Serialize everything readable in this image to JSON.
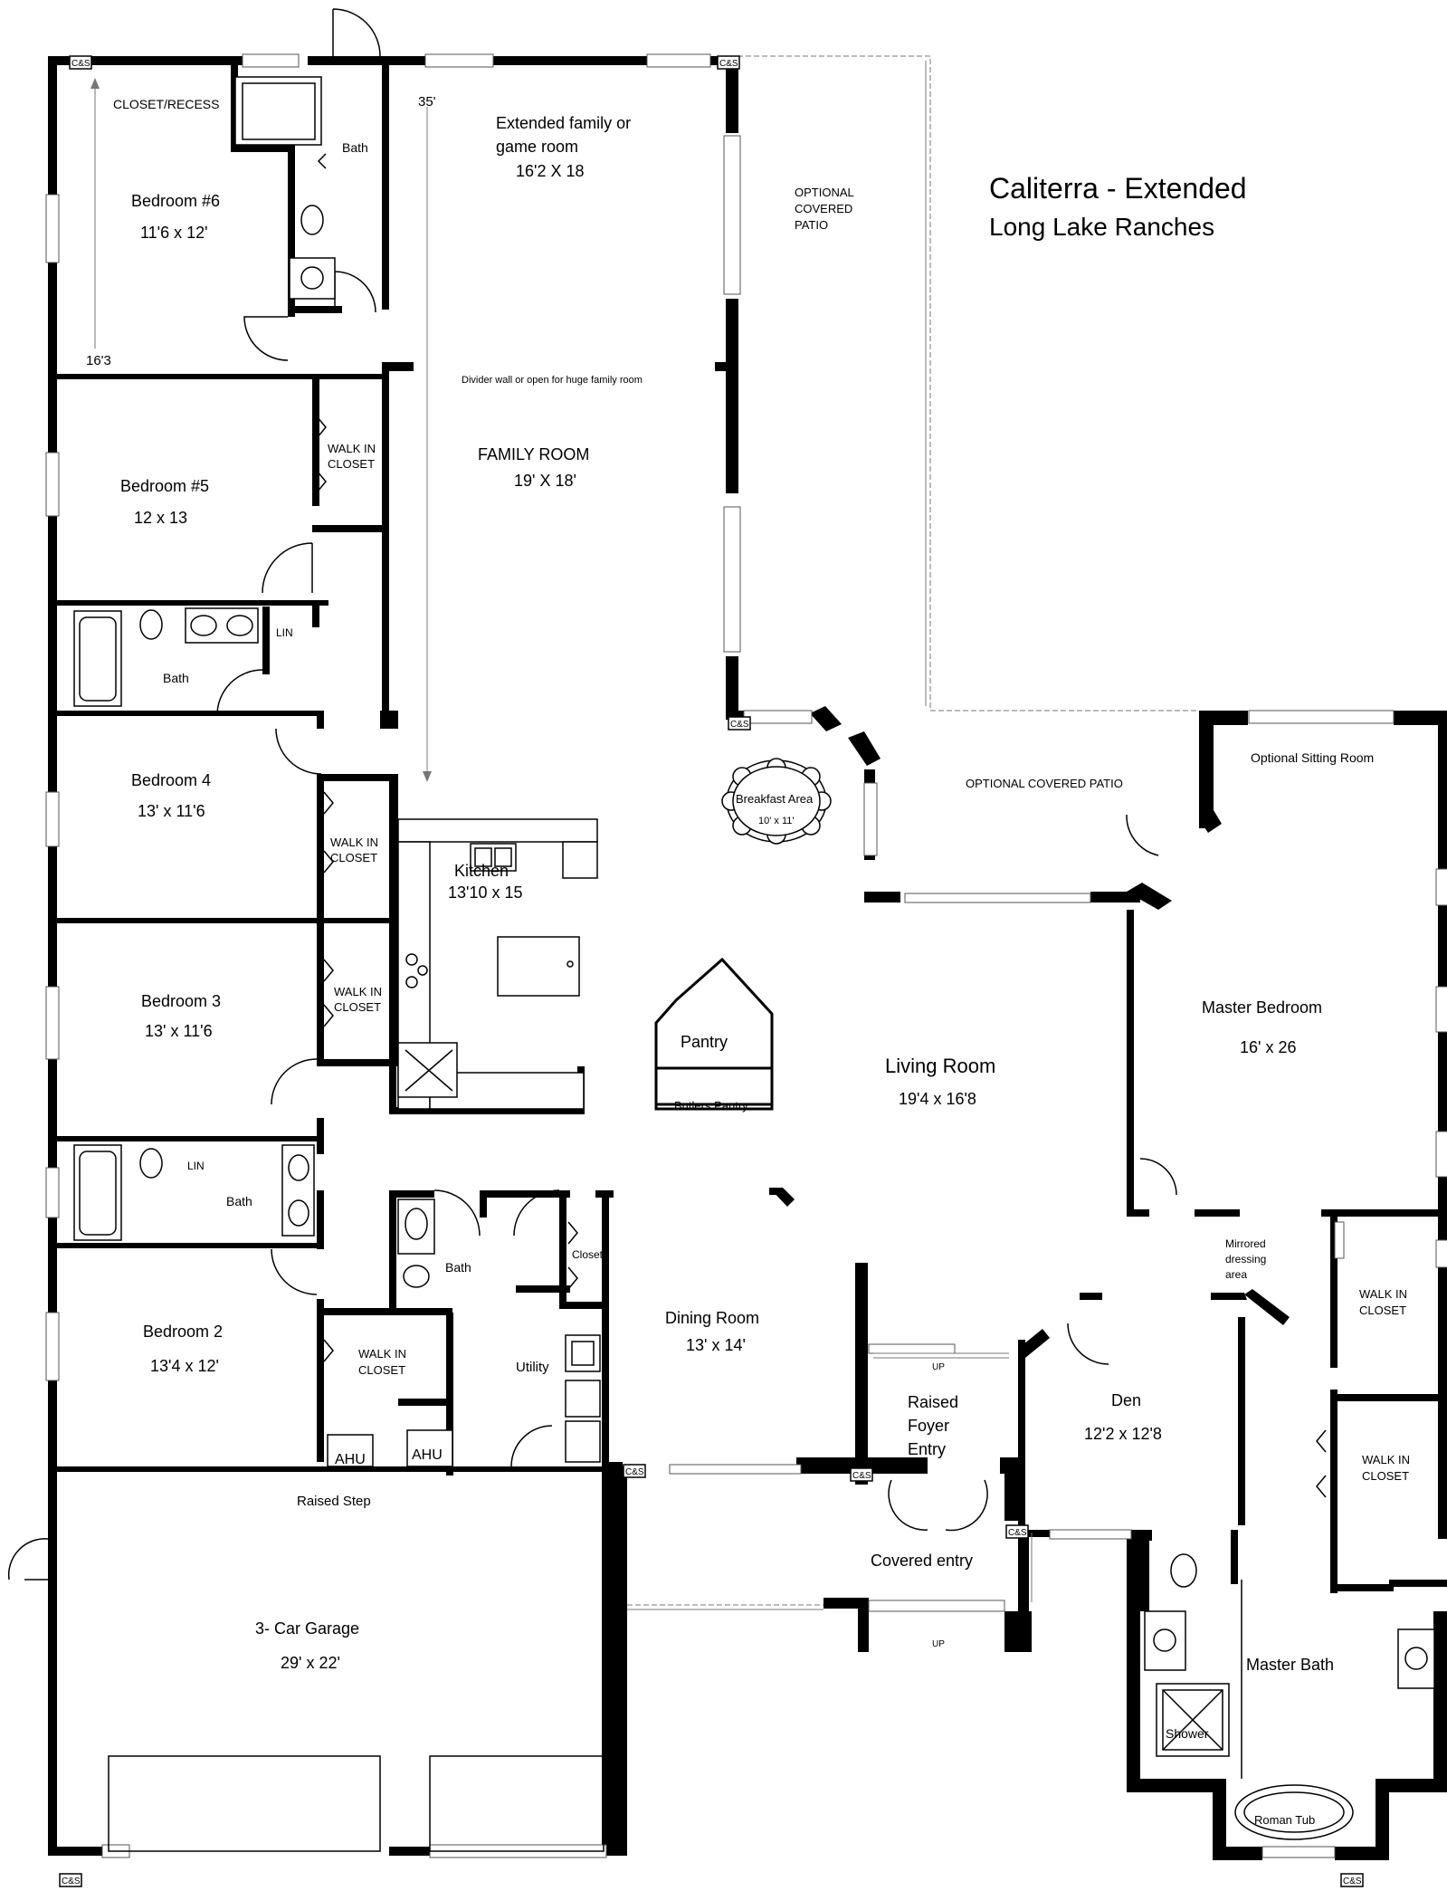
{
  "title": {
    "line1": "Caliterra - Extended",
    "line2": "Long Lake Ranches"
  },
  "rooms": {
    "closet_recess": "CLOSET/RECESS",
    "bedroom6": {
      "name": "Bedroom #6",
      "dims": "11'6 x 12'"
    },
    "bath_top": "Bath",
    "extended_family": {
      "line1": "Extended family or",
      "line2": "game room",
      "dims": "16'2 X 18"
    },
    "optional_patio_top": {
      "line1": "OPTIONAL",
      "line2": "COVERED",
      "line3": "PATIO"
    },
    "divider_note": "Divider wall or open for huge family room",
    "family_room": {
      "name": "FAMILY ROOM",
      "dims": "19' X 18'"
    },
    "bedroom5": {
      "name": "Bedroom #5",
      "dims": "12 x 13"
    },
    "walkin_5": {
      "line1": "WALK IN",
      "line2": "CLOSET"
    },
    "lin_1": "LIN",
    "bath_1": "Bath",
    "bedroom4": {
      "name": "Bedroom 4",
      "dims": "13' x 11'6"
    },
    "walkin_4": {
      "line1": "WALK IN",
      "line2": "CLOSET"
    },
    "kitchen": {
      "name": "Kitchen",
      "dims": "13'10 x 15"
    },
    "breakfast": {
      "name": "Breakfast Area",
      "dims": "10' x 11'"
    },
    "optional_patio_mid": "OPTIONAL COVERED PATIO",
    "optional_sitting": "Optional Sitting Room",
    "bedroom3": {
      "name": "Bedroom 3",
      "dims": "13' x 11'6"
    },
    "walkin_3": {
      "line1": "WALK IN",
      "line2": "CLOSET"
    },
    "pantry": "Pantry",
    "butlers_pantry": "Butlers Pantry",
    "living_room": {
      "name": "Living Room",
      "dims": "19'4 x 16'8"
    },
    "master_bedroom": {
      "name": "Master Bedroom",
      "dims": "16' x 26"
    },
    "lin_2": "LIN",
    "bath_2": "Bath",
    "bath_3": "Bath",
    "closet": "Closet",
    "mirrored": {
      "line1": "Mirrored",
      "line2": "dressing",
      "line3": "area"
    },
    "walkin_m1": {
      "line1": "WALK IN",
      "line2": "CLOSET"
    },
    "bedroom2": {
      "name": "Bedroom 2",
      "dims": "13'4 x 12'"
    },
    "walkin_2": {
      "line1": "WALK IN",
      "line2": "CLOSET"
    },
    "utility": "Utility",
    "dining_room": {
      "name": "Dining Room",
      "dims": "13' x 14'"
    },
    "foyer": {
      "line1": "Raised",
      "line2": "Foyer",
      "line3": "Entry"
    },
    "den": {
      "name": "Den",
      "dims": "12'2 x 12'8"
    },
    "walkin_m2": {
      "line1": "WALK IN",
      "line2": "CLOSET"
    },
    "ahu1": "AHU",
    "ahu2": "AHU",
    "raised_step": "Raised Step",
    "covered_entry": "Covered entry",
    "garage": {
      "name": "3- Car Garage",
      "dims": "29' x 22'"
    },
    "master_bath": "Master Bath",
    "shower": "Shower",
    "roman_tub": "Roman Tub"
  },
  "dimension_labels": {
    "d35": "35'",
    "d16_3": "16'3"
  },
  "markers": {
    "cs": "C&S",
    "up": "UP"
  }
}
